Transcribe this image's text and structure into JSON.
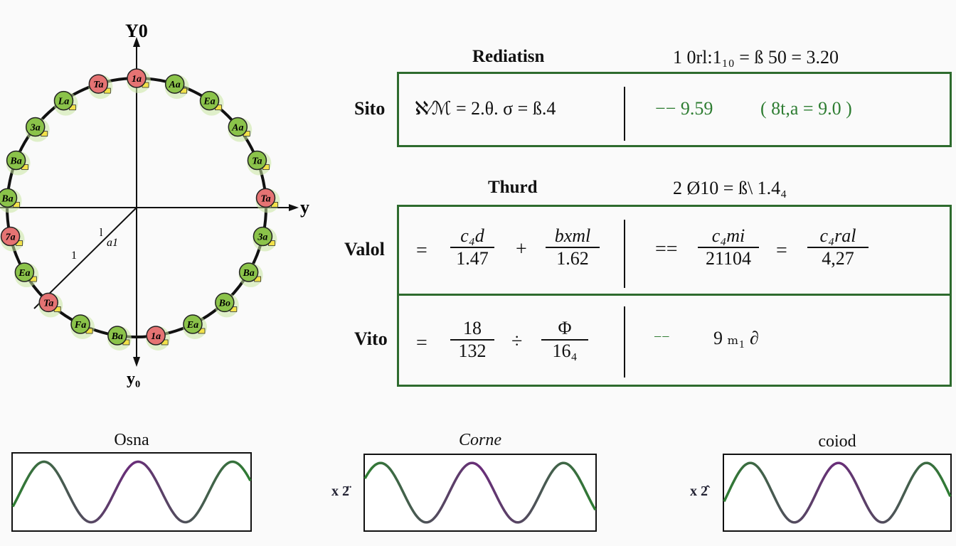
{
  "circle": {
    "axis_top": "Y0",
    "axis_right": "y",
    "axis_bottom": "y₀",
    "radius_label_1": "1",
    "radius_label_2": "l",
    "radius_label_3": "a1",
    "nodes": [
      "1a",
      "Aa",
      "Ea",
      "Aa",
      "Ta",
      "Ta",
      "3a",
      "Ba",
      "Bo",
      "Ea",
      "1a",
      "Ba",
      "Fa",
      "Ta",
      "Ea",
      "7a",
      "Ba",
      "Ba",
      "3a",
      "La",
      "Ta"
    ]
  },
  "top_right": {
    "header_label": "Rediatisn",
    "header_formula": "1 0rl:1₁₀ = ß 50 = 3.20",
    "sito": {
      "label": "Sito",
      "formula_left": "ℵ⁄ℳ = 2.θ. σ = ß.4",
      "formula_mid": "−− 9.59",
      "formula_right": "8t,a = 9.0"
    }
  },
  "middle_right": {
    "header_label": "Thurd",
    "header_formula": "2 Ø10 = ß\\ 1.4₄",
    "valol": {
      "label": "Valol",
      "eq": "=",
      "frac1_num": "c₄d",
      "frac1_den": "1.47",
      "plus": "+",
      "frac2_num": "bxml",
      "frac2_den": "1.62",
      "eq2": "==",
      "frac3_num": "c₄mi",
      "frac3_den": "21104",
      "eq3": "=",
      "frac4_num": "c₄ral",
      "frac4_den": "4,27"
    },
    "vito": {
      "label": "Vito",
      "eq": "=",
      "frac1_num": "18",
      "frac1_den": "132",
      "op": "÷",
      "frac2_num": "Φ",
      "frac2_den": "16₄",
      "dash": "−−",
      "tail": "9 ₘ₁ ∂"
    }
  },
  "waves": [
    {
      "title": "Osna",
      "mult": ""
    },
    {
      "title": "Corne",
      "mult": "x 2̈"
    },
    {
      "title": "coiod",
      "mult": "x 2̂"
    }
  ],
  "colors": {
    "box_border": "#2e6b2e",
    "node_red": "#e57373",
    "node_green": "#8bc34a",
    "wave_green": "#2e7d32",
    "wave_purple": "#6a2c7a",
    "tag_yellow": "#f2e24a"
  }
}
